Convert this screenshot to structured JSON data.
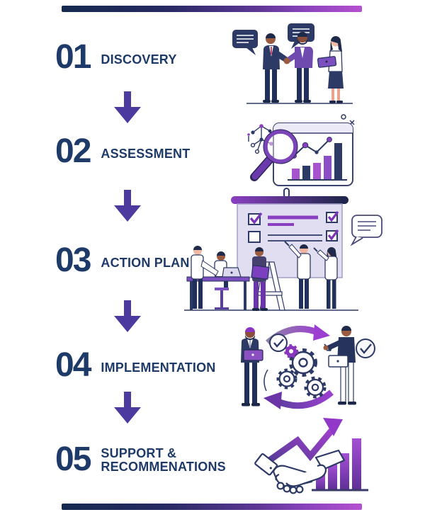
{
  "infographic": {
    "kind": "5-step vertical process flow",
    "colors": {
      "navy_text": "#1e3a69",
      "arrow_purple": "#4d3a9f",
      "bar_gradient_start": "#152a50",
      "bar_gradient_end": "#b551d1",
      "illustration_navy": "#2d3a66",
      "illustration_purple": "#7b44b8",
      "board_lavender": "#e2def2"
    },
    "decor": {
      "top_bar": "gradient-navy-to-magenta-bar",
      "bottom_bar": "gradient-navy-to-magenta-bar",
      "connector": "down-arrow-icon"
    },
    "steps": [
      {
        "number": "01",
        "label": "DISCOVERY",
        "illustration": "handshake-meeting-people"
      },
      {
        "number": "02",
        "label": "ASSESSMENT",
        "illustration": "magnifier-analytics-chart"
      },
      {
        "number": "03",
        "label": "ACTION PLAN",
        "illustration": "team-checklist-board"
      },
      {
        "number": "04",
        "label": "IMPLEMENTATION",
        "illustration": "gears-collaboration-cycle"
      },
      {
        "number": "05",
        "label_line1": "SUPPORT &",
        "label_line2": "RECOMMENATIONS",
        "illustration": "handshake-growth-chart"
      }
    ]
  }
}
